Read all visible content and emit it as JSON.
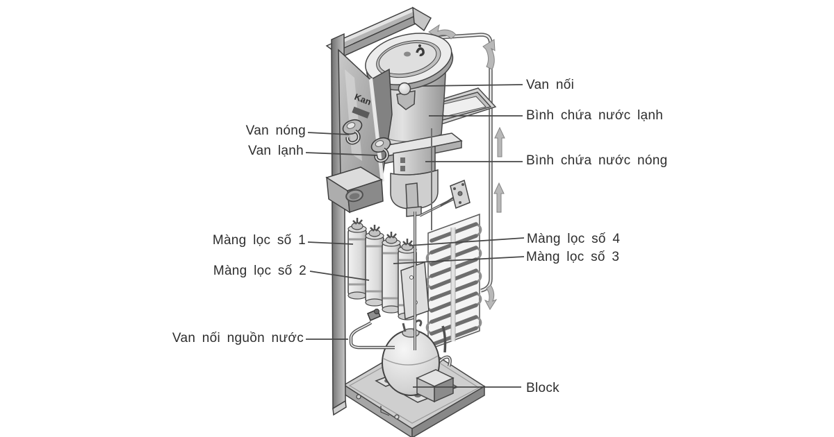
{
  "diagram": {
    "description": "Cutaway technical diagram of a hot-and-cold water dispenser (water purifier) with Vietnamese part labels",
    "brand_label": "Kan",
    "labels": {
      "van_noi": "Van nối",
      "binh_chua_nuoc_lanh": "Bình chứa nước lạnh",
      "binh_chua_nuoc_nong": "Bình chứa nước nóng",
      "van_nong": "Van nóng",
      "van_lanh": "Van lạnh",
      "mang_loc_so_1": "Màng lọc số 1",
      "mang_loc_so_2": "Màng lọc số 2",
      "mang_loc_so_3": "Màng lọc số 3",
      "mang_loc_so_4": "Màng lọc số 4",
      "van_noi_nguon_nuoc": "Van nối nguồn nước",
      "block": "Block"
    },
    "colors": {
      "background": "#ffffff",
      "line": "#454545",
      "label_text": "#2d2d2d",
      "fill_light": "#ececec",
      "fill_mid": "#c4c4c4",
      "fill_dark": "#8a8a8a",
      "arrow": "#b8b8b8"
    }
  }
}
